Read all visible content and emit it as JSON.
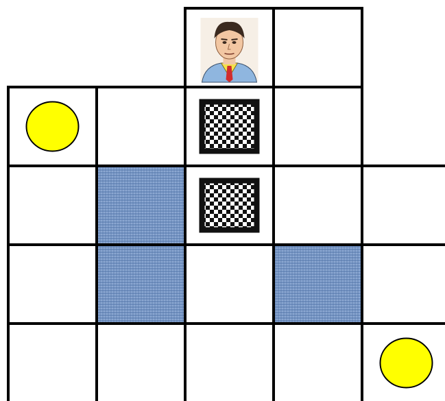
{
  "board": {
    "rows": 5,
    "cols": 5,
    "present_cells": [
      [
        0,
        2
      ],
      [
        0,
        3
      ],
      [
        1,
        0
      ],
      [
        1,
        1
      ],
      [
        1,
        2
      ],
      [
        1,
        3
      ],
      [
        2,
        0
      ],
      [
        2,
        1
      ],
      [
        2,
        2
      ],
      [
        2,
        3
      ],
      [
        2,
        4
      ],
      [
        3,
        0
      ],
      [
        3,
        1
      ],
      [
        3,
        2
      ],
      [
        3,
        3
      ],
      [
        3,
        4
      ],
      [
        4,
        0
      ],
      [
        4,
        1
      ],
      [
        4,
        2
      ],
      [
        4,
        3
      ],
      [
        4,
        4
      ]
    ],
    "cells": [
      {
        "row": 0,
        "col": 2,
        "type": "player",
        "icon": "man-portrait-icon"
      },
      {
        "row": 1,
        "col": 0,
        "type": "coin",
        "icon": "yellow-coin-icon"
      },
      {
        "row": 1,
        "col": 2,
        "type": "box",
        "icon": "checkered-box-icon"
      },
      {
        "row": 2,
        "col": 2,
        "type": "box",
        "icon": "checkered-box-icon"
      },
      {
        "row": 2,
        "col": 1,
        "type": "water",
        "icon": "water-tile"
      },
      {
        "row": 3,
        "col": 1,
        "type": "water",
        "icon": "water-tile"
      },
      {
        "row": 3,
        "col": 3,
        "type": "water",
        "icon": "water-tile"
      },
      {
        "row": 4,
        "col": 4,
        "type": "coin",
        "icon": "yellow-coin-icon"
      }
    ],
    "colors": {
      "background": "#ffffff",
      "grid_line": "#000000",
      "water": "#6f8fbf",
      "coin": "#ffff00",
      "box_dark": "#111111"
    }
  }
}
